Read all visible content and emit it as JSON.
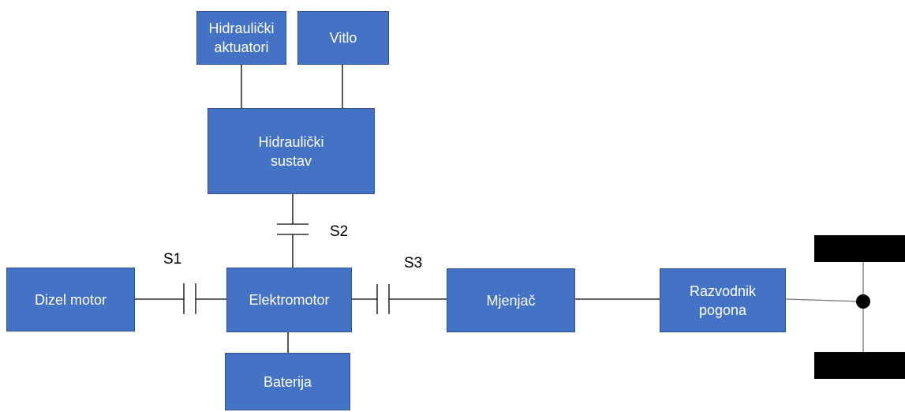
{
  "diagram": {
    "blocks": {
      "hydraulic_actuators": "Hidraulički\naktuatori",
      "winch": "Vitlo",
      "hydraulic_system": "Hidraulički\nsustav",
      "diesel_motor": "Dizel motor",
      "electric_motor": "Elektromotor",
      "battery": "Baterija",
      "gearbox": "Mjenjač",
      "transfer_case": "Razvodnik\npogona"
    },
    "clutches": {
      "s1": "S1",
      "s2": "S2",
      "s3": "S3"
    },
    "colors": {
      "block_fill": "#4472C4",
      "block_border": "#2F528F",
      "line": "#000000"
    }
  }
}
